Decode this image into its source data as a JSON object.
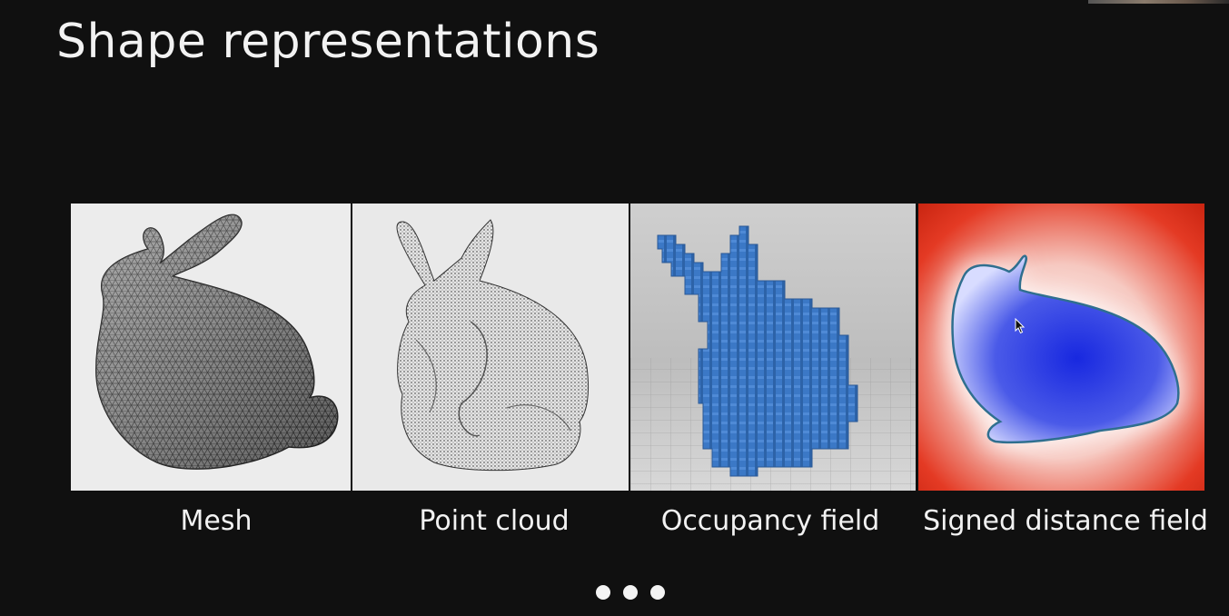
{
  "slide": {
    "title": "Shape representations"
  },
  "panels": [
    {
      "id": "mesh",
      "caption": "Mesh"
    },
    {
      "id": "point-cloud",
      "caption": "Point cloud"
    },
    {
      "id": "occupancy",
      "caption": "Occupancy field"
    },
    {
      "id": "sdf",
      "caption": "Signed distance field"
    }
  ],
  "pagination": {
    "dot_count": 3
  },
  "colors": {
    "background": "#101010",
    "occupancy_blue": "#3a78c8",
    "sdf_red": "#e0301e",
    "sdf_blue": "#2233dd"
  }
}
